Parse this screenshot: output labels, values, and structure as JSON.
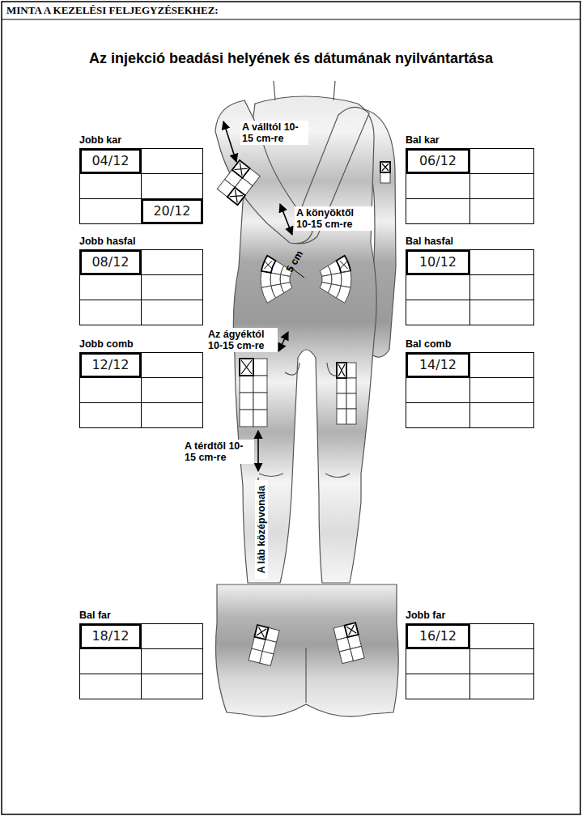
{
  "diagram": {
    "title": "Az injekció beadási helyének és dátumának nyilvántartása",
    "nodes": [
      {
        "text": [
          "Jobb kar",
          "04/12",
          "20/12"
        ]
      },
      {
        "text": [
          "Bal kar",
          "06/12"
        ]
      },
      {
        "text": [
          "Jobb hasfal",
          "08/12"
        ]
      },
      {
        "text": [
          "Bal hasfal",
          "10/12"
        ]
      },
      {
        "text": [
          "Jobb comb",
          "12/12"
        ]
      },
      {
        "text": [
          "Bal comb",
          "14/12"
        ]
      },
      {
        "text": [
          "Bal far",
          "18/12"
        ]
      },
      {
        "text": [
          "Jobb far",
          "16/12"
        ]
      }
    ],
    "labels": [
      "MINTA A KEZELÉSI FELJEGYZÉSEKHEZ:",
      "A válltól 10-15 cm-re",
      "A könyöktől 10-15 cm-re",
      "5 cm",
      "Az ágyéktól 10-15 cm-re",
      "A térdtől 10-15 cm-re",
      "A láb középvonala"
    ]
  }
}
